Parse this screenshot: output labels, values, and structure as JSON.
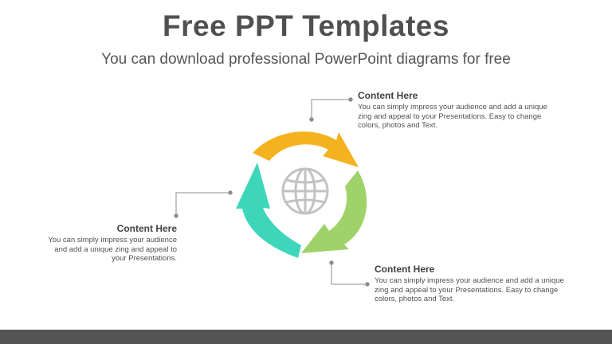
{
  "header": {
    "title": "Free PPT Templates",
    "subtitle": "You can download professional PowerPoint diagrams for free"
  },
  "diagram": {
    "center_icon": "globe-icon",
    "arrows": [
      {
        "position": "top",
        "color": "#F5B21F"
      },
      {
        "position": "right",
        "color": "#A0D26A"
      },
      {
        "position": "left",
        "color": "#3ED6BA"
      }
    ],
    "blocks": [
      {
        "heading": "Content Here",
        "body": "You can simply impress your audience and add a unique zing and appeal to your Presentations.  Easy to change colors, photos and Text."
      },
      {
        "heading": "Content Here",
        "body": "You can simply impress your audience and add a unique zing and appeal to your Presentations."
      },
      {
        "heading": "Content Here",
        "body": "You can simply impress your audience and add a unique zing and appeal to your Presentations.  Easy to change colors, photos and Text."
      }
    ]
  }
}
